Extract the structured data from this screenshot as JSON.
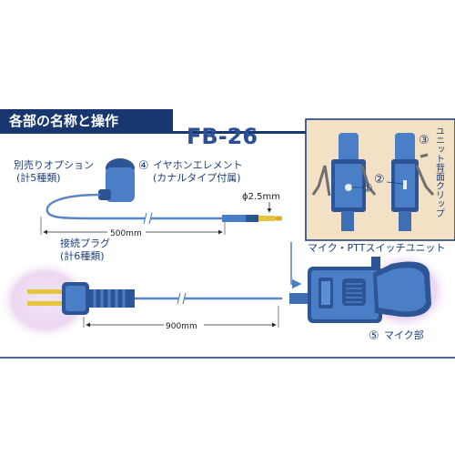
{
  "header": {
    "section_title": "各部の名称と操作",
    "model": "FB-26"
  },
  "labels": {
    "option_line1": "別売りオプション",
    "option_line2": "(計5種類)",
    "earphone_num": "④",
    "earphone_line1": "イヤホンエレメント",
    "earphone_line2": "(カナルタイプ付属)",
    "jack_size": "ϕ2.5mm",
    "length_upper": "500mm",
    "plug_line1": "接続プラグ",
    "plug_line2": "(計6種類)",
    "length_lower": "900mm",
    "unit_title": "マイク・PTTスイッチユニット",
    "mic_num": "⑤",
    "mic_label": "マイク部",
    "clip_num": "③",
    "clip_label": "ユニット背面クリップ",
    "marker_1": "①",
    "marker_2": "②"
  },
  "colors": {
    "header_band": "#17376e",
    "title_blue": "#2b4f96",
    "text_blue": "#1c3f7a",
    "device_blue": "#4a7fc8",
    "device_dark": "#2d5494",
    "cable": "#5a86c4",
    "inset_bg": "#f3e1c6",
    "plug_glow": "#eedcf3",
    "gold": "#e7c53a"
  },
  "icons": [
    "earphone-icon",
    "plug-icon",
    "ptt-unit-icon",
    "clip-icon"
  ]
}
